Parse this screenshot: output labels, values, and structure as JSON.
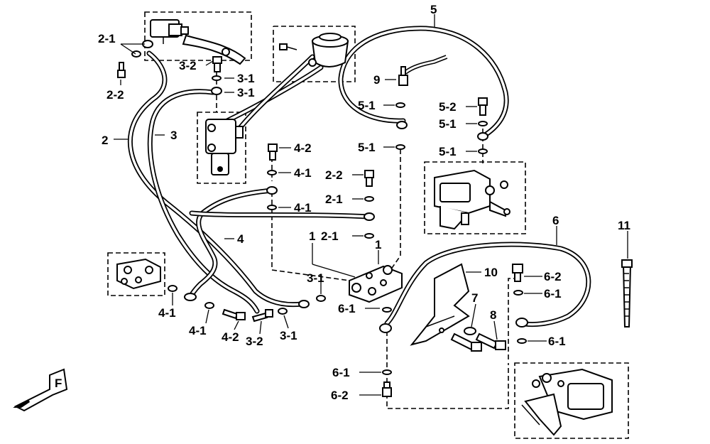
{
  "diagram": {
    "callouts": {
      "c_2_1": "2-1",
      "c_3_2a": "3-2",
      "c_3_1a": "3-1",
      "c_3_1b": "3-1",
      "c_2_2a": "2-2",
      "c_2": "2",
      "c_3": "3",
      "c_5": "5",
      "c_9": "9",
      "c_5_1a": "5-1",
      "c_5_2": "5-2",
      "c_5_1b": "5-1",
      "c_5_1c": "5-1",
      "c_5_1d": "5-1",
      "c_4_2a": "4-2",
      "c_4_1a": "4-1",
      "c_2_2b": "2-2",
      "c_2_1b": "2-1",
      "c_4_1b": "4-1",
      "c_1a": "1",
      "c_2_1c": "2-1",
      "c_4": "4",
      "c_1b": "1",
      "c_6": "6",
      "c_11": "11",
      "c_10": "10",
      "c_6_2a": "6-2",
      "c_3_1c": "3-1",
      "c_6_1a": "6-1",
      "c_6_1b": "6-1",
      "c_7": "7",
      "c_8": "8",
      "c_6_1c": "6-1",
      "c_4_1c": "4-1",
      "c_4_1d": "4-1",
      "c_4_2b": "4-2",
      "c_3_2b": "3-2",
      "c_3_1d": "3-1",
      "c_6_1d": "6-1",
      "c_6_2b": "6-2"
    },
    "front_marker": "F"
  }
}
